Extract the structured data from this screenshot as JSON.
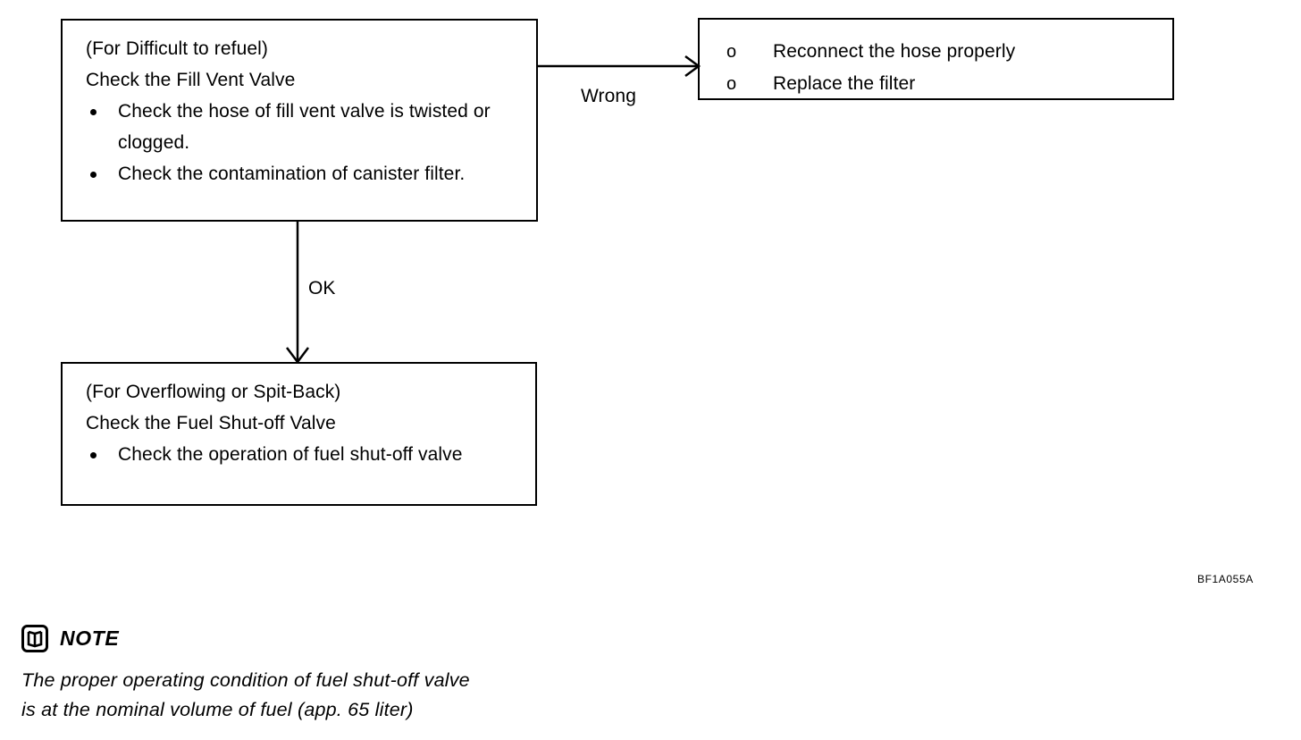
{
  "diagram": {
    "figure_code": "BF1A055A",
    "boxes": {
      "fill_vent": {
        "subtitle": "(For Difficult to refuel)",
        "title": "Check the Fill Vent Valve",
        "bullets": [
          "Check the hose of fill vent valve is twisted or clogged.",
          "Check the contamination of canister filter."
        ]
      },
      "actions": {
        "bullet_marker": "o",
        "bullets": [
          "Reconnect the hose properly",
          "Replace the filter"
        ]
      },
      "shutoff": {
        "subtitle": "(For Overflowing or Spit-Back)",
        "title": "Check the Fuel Shut-off Valve",
        "bullets": [
          "Check the operation of fuel shut-off valve"
        ]
      }
    },
    "connectors": {
      "wrong_label": "Wrong",
      "ok_label": "OK"
    }
  },
  "note": {
    "title": "NOTE",
    "lines": [
      "The proper operating condition of fuel shut-off valve",
      "is at the nominal volume of fuel (app. 65 liter)"
    ]
  }
}
